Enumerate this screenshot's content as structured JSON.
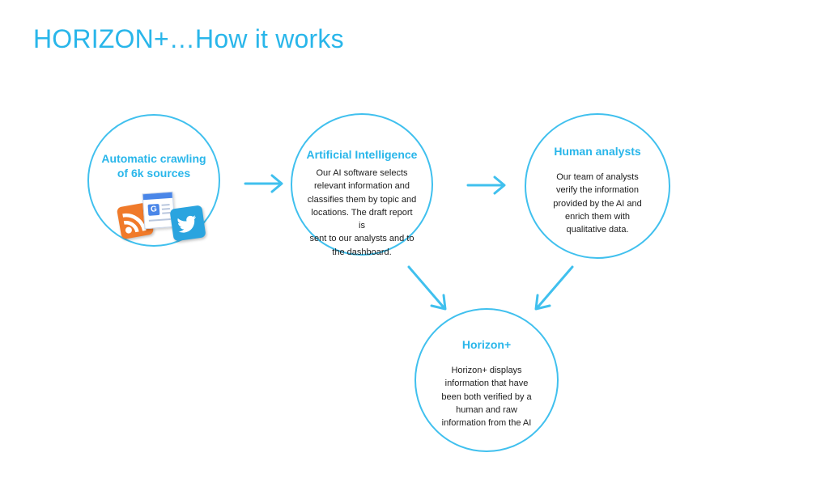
{
  "title": "HORIZON+…How it works",
  "nodes": {
    "crawling": {
      "title_lines": [
        "Automatic crawling",
        "of 6k sources"
      ],
      "icons": [
        "rss-icon",
        "google-news-icon",
        "twitter-icon"
      ]
    },
    "ai": {
      "title": "Artificial Intelligence",
      "body_lines": [
        "Our AI  software selects",
        "relevant information and",
        "classifies them by topic and",
        "locations. The draft report is",
        "sent to our analysts and to",
        "the dashboard."
      ]
    },
    "analysts": {
      "title": "Human analysts",
      "body_lines": [
        "Our team of analysts",
        "verify the information",
        "provided by the AI and",
        "enrich them with",
        "qualitative data."
      ]
    },
    "horizon": {
      "title": "Horizon+",
      "body_lines": [
        "Horizon+ displays",
        "information that have",
        "been both verified by a",
        "human and raw",
        "information from the AI"
      ]
    }
  },
  "colors": {
    "accent": "#29b6ea",
    "ring": "#40c0ee",
    "text": "#1c1c1c"
  }
}
